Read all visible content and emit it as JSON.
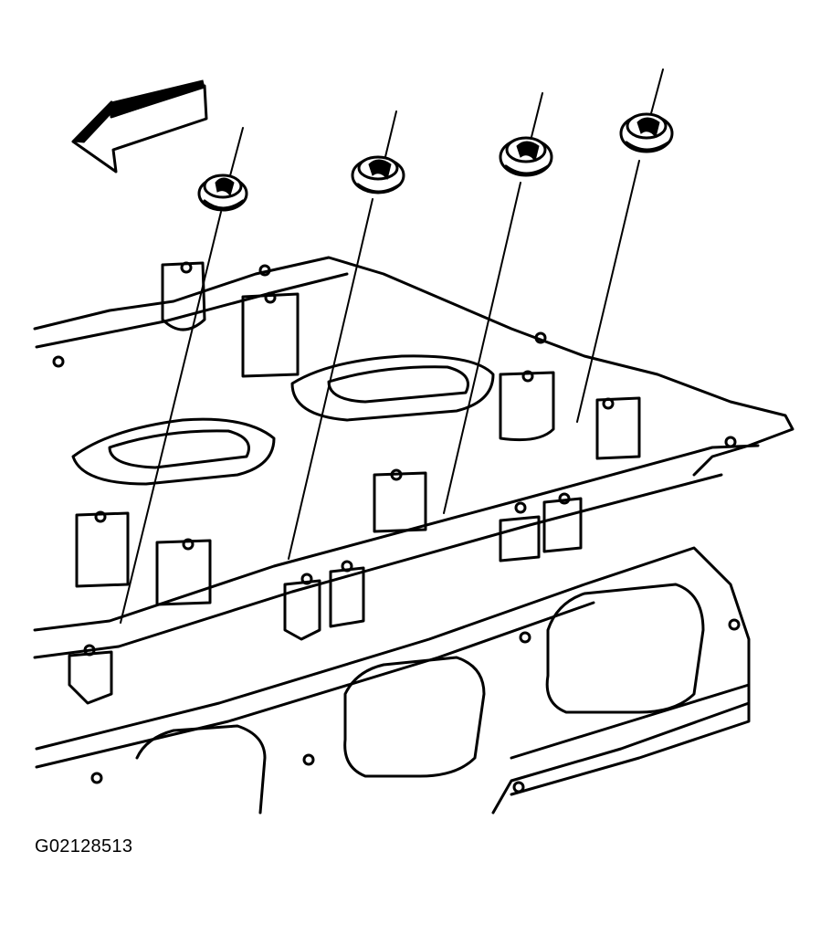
{
  "figure": {
    "id": "G02128513",
    "arrow_direction": "left",
    "component_count": 4,
    "colors": {
      "line": "#000000",
      "background": "#ffffff"
    }
  },
  "parts": [
    {
      "name": "seal-1-icon"
    },
    {
      "name": "seal-2-icon"
    },
    {
      "name": "seal-3-icon"
    },
    {
      "name": "seal-4-icon"
    }
  ]
}
